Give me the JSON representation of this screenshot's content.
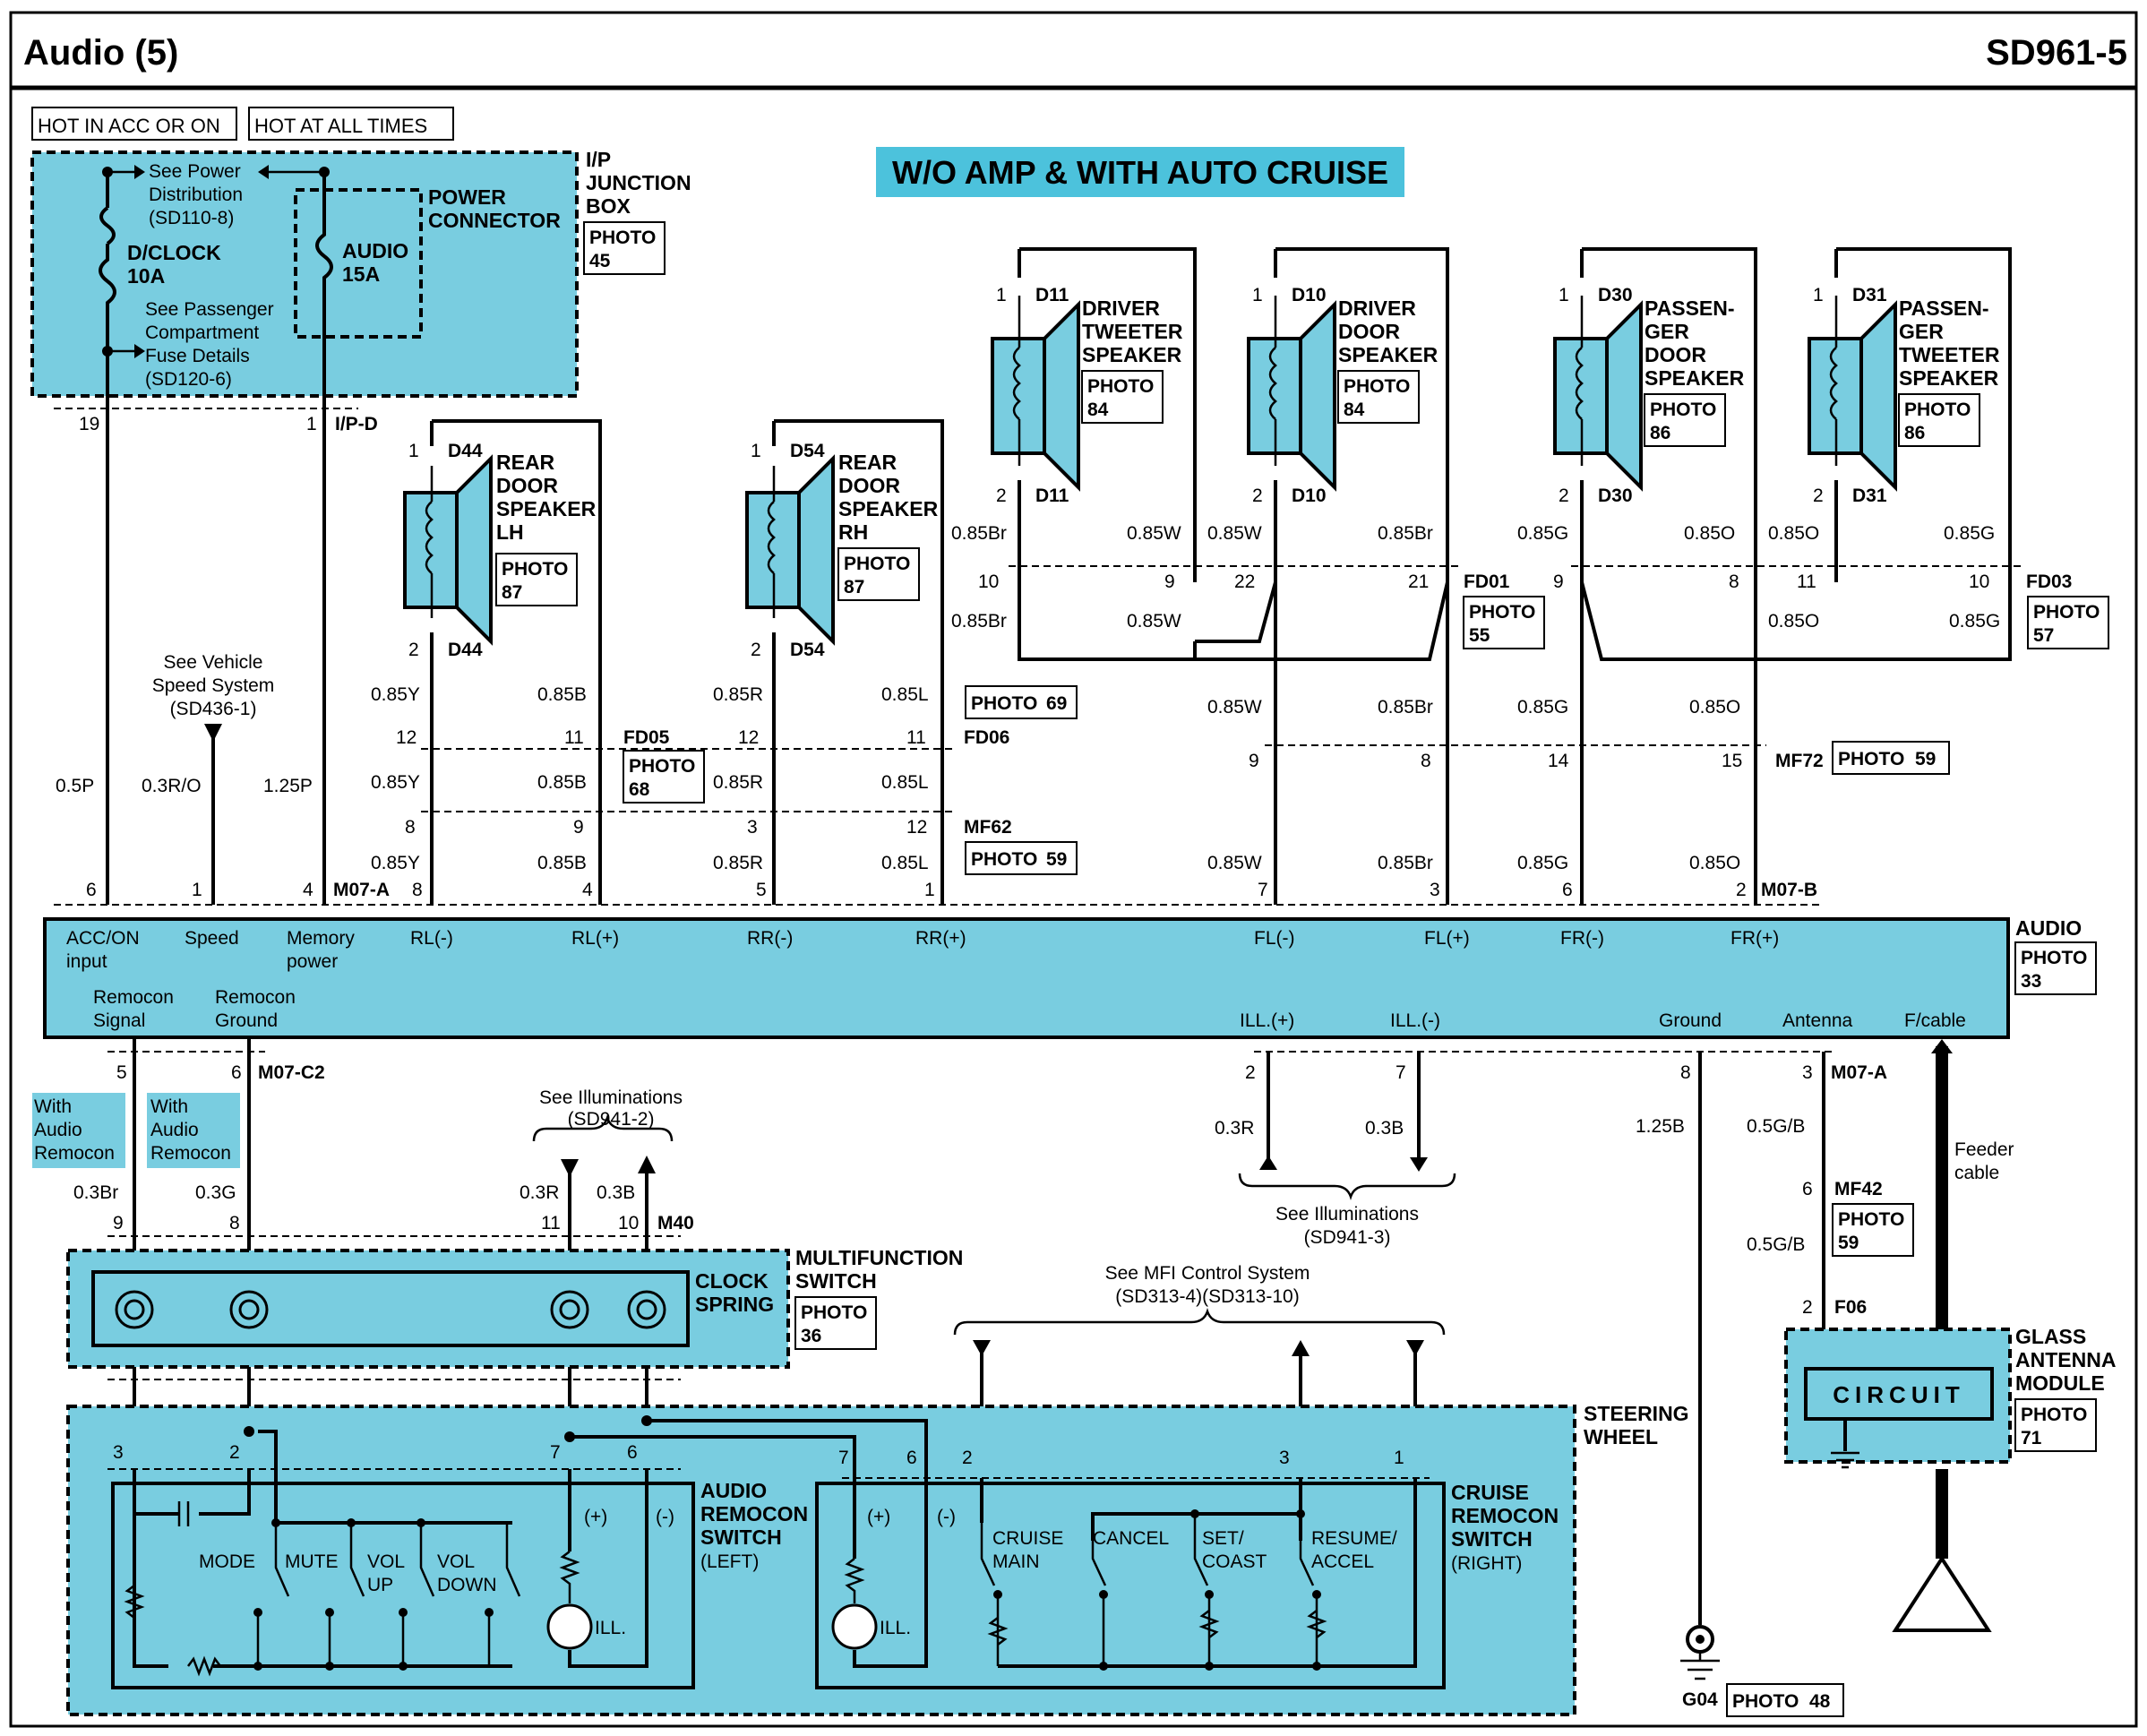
{
  "header": {
    "title": "Audio (5)",
    "code": "SD961-5"
  },
  "legend": {
    "hot_acc": "HOT IN ACC OR ON",
    "hot_all": "HOT AT ALL TIMES"
  },
  "banner": "W/O AMP & WITH AUTO CRUISE",
  "junction_box": {
    "name": [
      "I/P",
      "JUNCTION",
      "BOX"
    ],
    "photo": "45",
    "see_power": [
      "See Power",
      "Distribution",
      "(SD110-8)"
    ],
    "dclock": [
      "D/CLOCK",
      "10A"
    ],
    "see_pass": [
      "See Passenger",
      "Compartment",
      "Fuse Details",
      "(SD120-6)"
    ],
    "audio_fuse": [
      "AUDIO",
      "15A"
    ],
    "power_connector": [
      "POWER",
      "CONNECTOR"
    ],
    "pin_left": "19",
    "pin_right": "1",
    "conn": "I/P-D"
  },
  "photo_word": "PHOTO",
  "speed_note": [
    "See Vehicle",
    "Speed System",
    "(SD436-1)"
  ],
  "wires_top": [
    "0.5P",
    "0.3R/O",
    "1.25P"
  ],
  "speakers": [
    {
      "id": "D44",
      "name": [
        "REAR",
        "DOOR",
        "SPEAKER",
        "LH"
      ],
      "photo": "87"
    },
    {
      "id": "D54",
      "name": [
        "REAR",
        "DOOR",
        "SPEAKER",
        "RH"
      ],
      "photo": "87"
    },
    {
      "id": "D11",
      "name": [
        "DRIVER",
        "TWEETER",
        "SPEAKER"
      ],
      "photo": "84"
    },
    {
      "id": "D10",
      "name": [
        "DRIVER",
        "DOOR",
        "SPEAKER"
      ],
      "photo": "84"
    },
    {
      "id": "D30",
      "name": [
        "PASSEN-",
        "GER",
        "DOOR",
        "SPEAKER"
      ],
      "photo": "86"
    },
    {
      "id": "D31",
      "name": [
        "PASSEN-",
        "GER",
        "TWEETER",
        "SPEAKER"
      ],
      "photo": "86"
    }
  ],
  "connectors": {
    "fd05": "FD05",
    "fd06": "FD06",
    "mf62": "MF62",
    "fd01": "FD01",
    "fd03": "FD03",
    "mf72": "MF72",
    "m07a": "M07-A",
    "m07b": "M07-B",
    "m07c2": "M07-C2",
    "m40": "M40",
    "mf42": "MF42",
    "f06": "F06",
    "g04": "G04"
  },
  "photos": {
    "fd05": "68",
    "fd06": "69",
    "mf62": "59",
    "fd01": "55",
    "fd03": "57",
    "mf72": "59",
    "audio": "33",
    "multi": "36",
    "mf42": "59",
    "glass": "71",
    "g04": "48"
  },
  "wire_colors": {
    "y": "0.85Y",
    "b": "0.85B",
    "r": "0.85R",
    "l": "0.85L",
    "br": "0.85Br",
    "w": "0.85W",
    "g": "0.85G",
    "o": "0.85O"
  },
  "audio_unit": {
    "name": "AUDIO",
    "pins_top": [
      "ACC/ON",
      "input",
      "Speed",
      "Memory",
      "power",
      "RL(-)",
      "RL(+)",
      "RR(-)",
      "RR(+)",
      "FL(-)",
      "FL(+)",
      "FR(-)",
      "FR(+)"
    ],
    "pins_bottom": [
      "Remocon",
      "Signal",
      "Ground",
      "ILL.(+)",
      "ILL.(-)",
      "Ground",
      "Antenna",
      "F/cable"
    ]
  },
  "with_remocon": [
    "With",
    "Audio",
    "Remocon"
  ],
  "illum": {
    "see": "See Illuminations",
    "code1": "(SD941-2)",
    "code2": "(SD941-3)",
    "w1": "0.3R",
    "w2": "0.3B"
  },
  "lower_wires": {
    "br": "0.3Br",
    "g": "0.3G",
    "ground": "1.25B",
    "ant1": "0.5G/B",
    "feeder": [
      "Feeder",
      "cable"
    ]
  },
  "multifunction": {
    "name": [
      "MULTIFUNCTION",
      "SWITCH"
    ],
    "clock": [
      "CLOCK",
      "SPRING"
    ]
  },
  "mfi": {
    "see": "See MFI Control System",
    "codes": "(SD313-4)(SD313-10)"
  },
  "steering": [
    "STEERING",
    "WHEEL"
  ],
  "audio_switch": {
    "name": [
      "AUDIO",
      "REMOCON",
      "SWITCH",
      "(LEFT)"
    ],
    "labels": [
      "MODE",
      "MUTE",
      "VOL",
      "UP",
      "VOL",
      "DOWN",
      "ILL."
    ],
    "plus": "(+)",
    "minus": "(-)"
  },
  "cruise_switch": {
    "name": [
      "CRUISE",
      "REMOCON",
      "SWITCH",
      "(RIGHT)"
    ],
    "labels": [
      "CRUISE",
      "MAIN",
      "CANCEL",
      "SET/",
      "COAST",
      "RESUME/",
      "ACCEL",
      "ILL."
    ]
  },
  "glass": {
    "name": [
      "GLASS",
      "ANTENNA",
      "MODULE"
    ],
    "circuit": "CIRCUIT"
  },
  "pins": {
    "p6": "6",
    "p1": "1",
    "p4": "4",
    "p8": "8",
    "p5": "5",
    "p7": "7",
    "p3": "3",
    "p2": "2",
    "p9": "9",
    "p10": "10",
    "p11": "11",
    "p12": "12",
    "p14": "14",
    "p15": "15",
    "p21": "21",
    "p22": "22"
  }
}
